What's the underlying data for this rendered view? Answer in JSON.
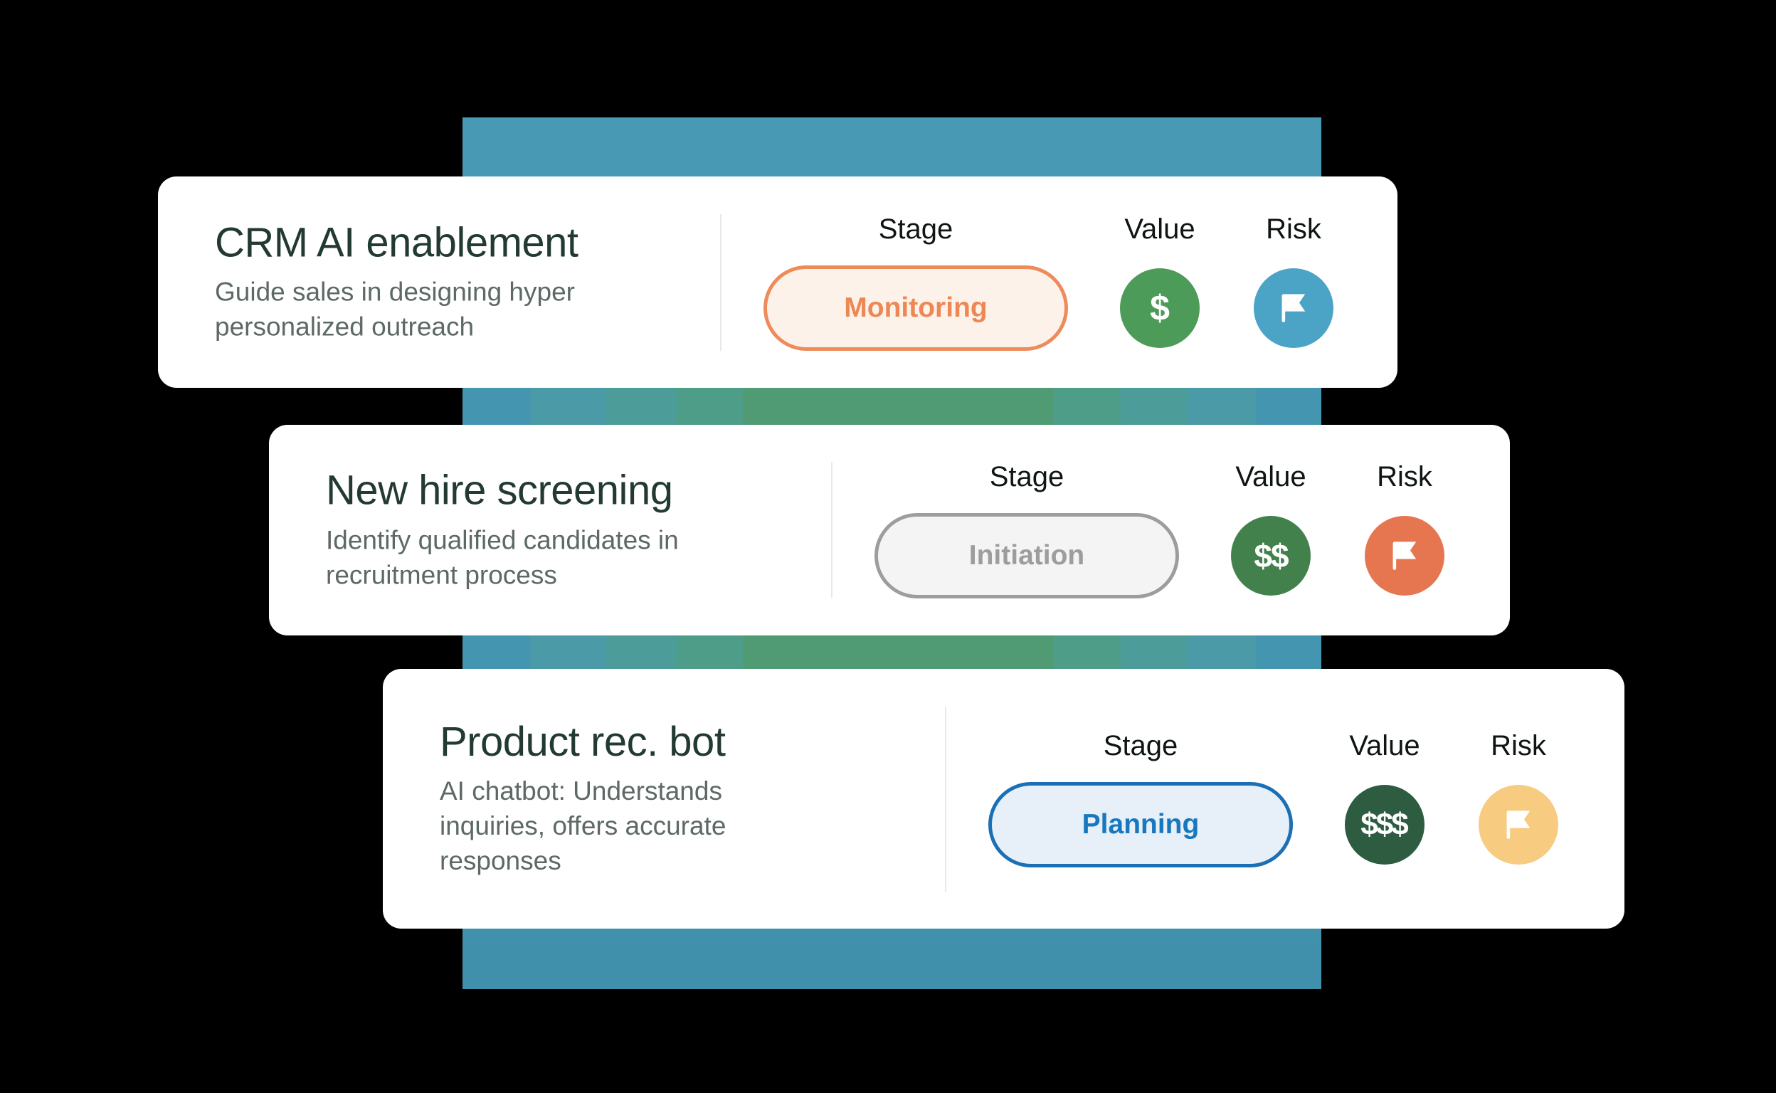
{
  "canvas": {
    "background": "#000000"
  },
  "band": {
    "color": "#4597B2",
    "color_bottom": "#4090AB",
    "strip_step_colors": [
      "#4495B0",
      "#4A9BA7",
      "#4C9D99",
      "#4E9D89",
      "#509A74",
      "#4E9D89",
      "#4C9D99",
      "#4A9BA7",
      "#4495B0"
    ]
  },
  "labels": {
    "stage": "Stage",
    "value": "Value",
    "risk": "Risk"
  },
  "cards": [
    {
      "title": "CRM AI enablement",
      "description": "Guide sales in designing hyper\npersonalized outreach",
      "stage": {
        "label": "Monitoring",
        "border_color": "#EE8B5B",
        "background_color": "#FCF2EA",
        "text_color": "#ED8753"
      },
      "value": {
        "symbol": "$",
        "circle_color": "#4C9B58",
        "symbol_color": "#FFFFFF"
      },
      "risk": {
        "icon": "flag-icon",
        "circle_color": "#4BA3C6",
        "icon_color": "#FFFFFF"
      }
    },
    {
      "title": "New hire screening",
      "description": "Identify qualified candidates in\nrecruitment process",
      "stage": {
        "label": "Initiation",
        "border_color": "#9B9E9D",
        "background_color": "#F4F4F4",
        "text_color": "#9B9E9D"
      },
      "value": {
        "symbol": "$$",
        "circle_color": "#43814C",
        "symbol_color": "#FFFFFF"
      },
      "risk": {
        "icon": "flag-icon",
        "circle_color": "#E5764F",
        "icon_color": "#FFFFFF"
      }
    },
    {
      "title": "Product rec. bot",
      "description": "AI chatbot: Understands\ninquiries, offers accurate\nresponses",
      "stage": {
        "label": "Planning",
        "border_color": "#1B6FB5",
        "background_color": "#E7EFF8",
        "text_color": "#1878BE"
      },
      "value": {
        "symbol": "$$$",
        "circle_color": "#2D5C41",
        "symbol_color": "#FFFFFF"
      },
      "risk": {
        "icon": "flag-icon",
        "circle_color": "#F7CB80",
        "icon_color": "#FFFFFF"
      }
    }
  ]
}
